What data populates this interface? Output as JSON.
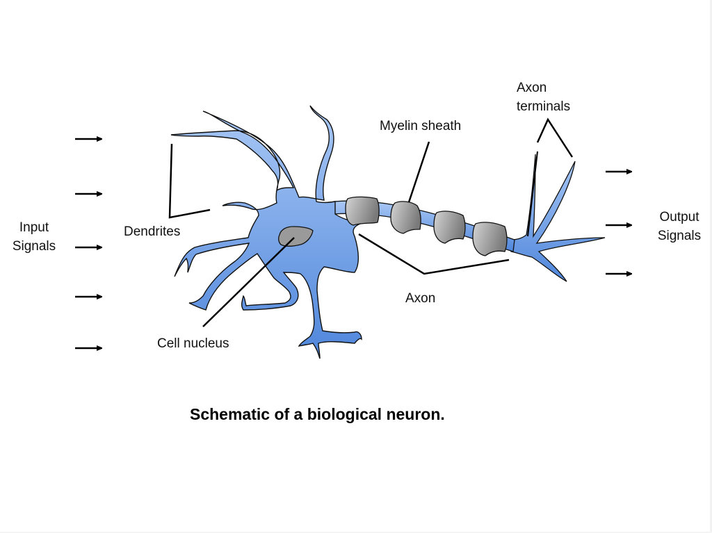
{
  "colors": {
    "cell_light": "#a9c8f5",
    "cell_dark": "#4f86db",
    "outline": "#111111",
    "myelin_light": "#d4d4d4",
    "myelin_dark": "#7a7a7a",
    "nucleus": "#9a9a9a",
    "arrow": "#000000"
  },
  "labels": {
    "input_signals": [
      "Input",
      "Signals"
    ],
    "dendrites": "Dendrites",
    "cell_nucleus": "Cell nucleus",
    "myelin_sheath": "Myelin sheath",
    "axon": "Axon",
    "axon_terminals": [
      "Axon",
      "terminals"
    ],
    "output_signals": [
      "Output",
      "Signals"
    ]
  },
  "input_arrow_count": 5,
  "output_arrow_count": 3,
  "myelin_segment_count": 4,
  "caption": "Schematic of a biological neuron."
}
